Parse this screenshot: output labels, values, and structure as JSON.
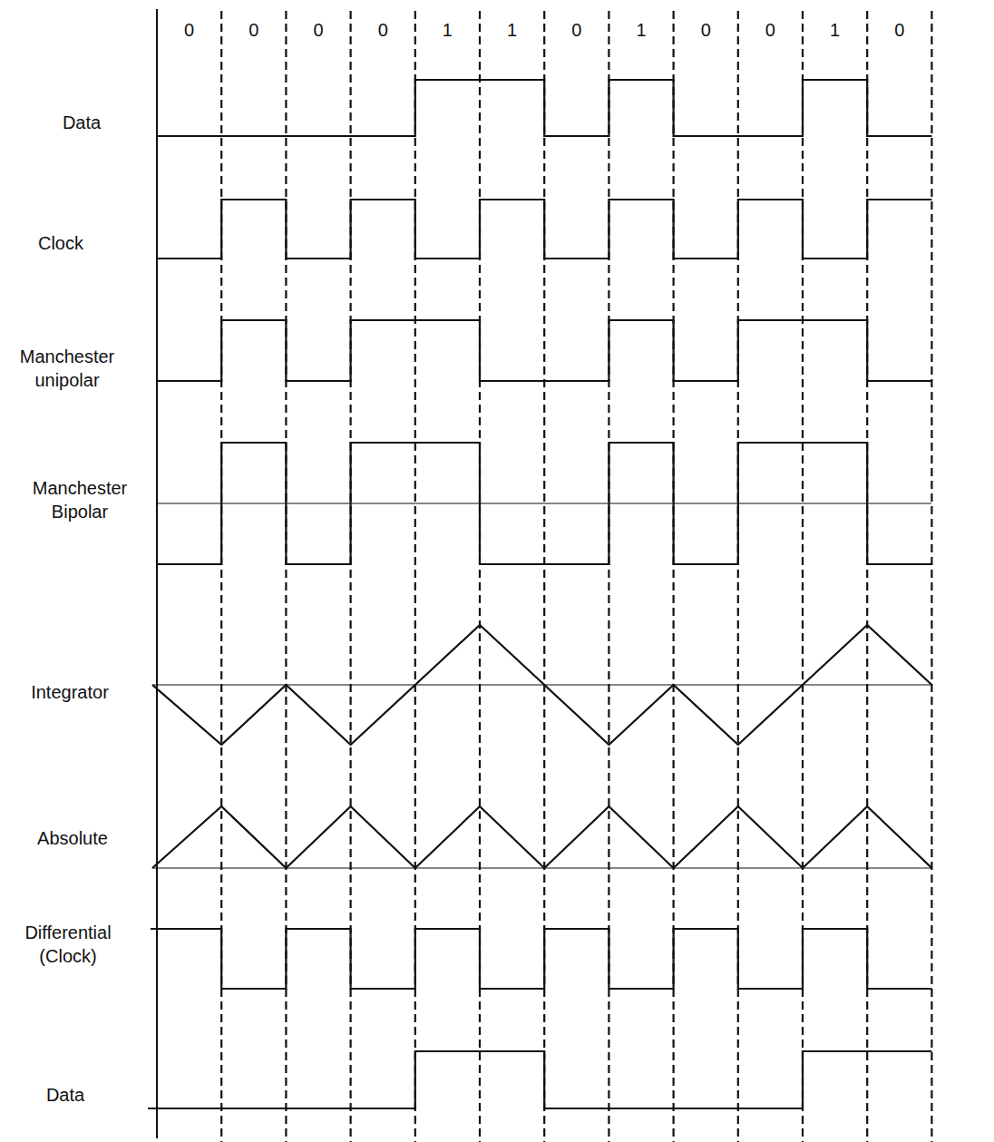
{
  "diagram": {
    "labels": [
      "0",
      "0",
      "0",
      "0",
      "1",
      "1",
      "0",
      "1",
      "0",
      "0",
      "1",
      "0",
      "Data",
      "Clock",
      "Manchester unipolar",
      "Manchester Bipolar",
      "Integrator",
      "Absolute",
      "Differential (Clock)",
      "Data"
    ]
  }
}
